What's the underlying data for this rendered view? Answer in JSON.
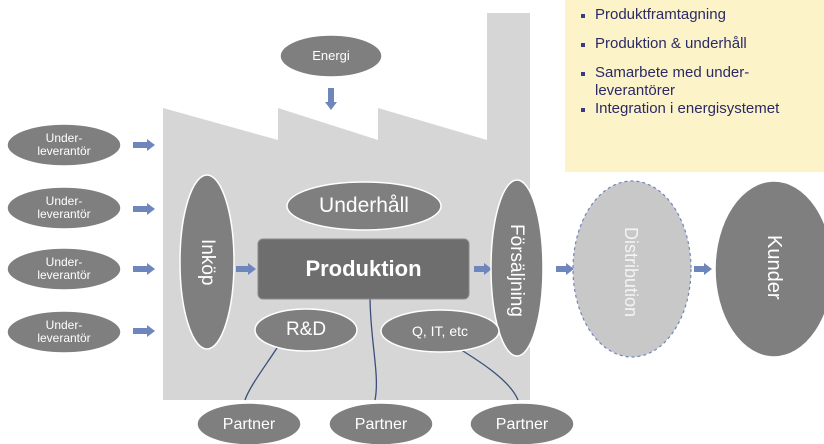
{
  "energy": "Energi",
  "suppliers": [
    "Under-",
    "leverantör"
  ],
  "purchasing": "Inköp",
  "maintenance": "Underhåll",
  "production": "Produktion",
  "sales": "Försäljning",
  "rnd": "R&D",
  "qit": "Q, IT, etc",
  "partner": "Partner",
  "distribution": "Distribution",
  "customers": "Kunder",
  "bullets": [
    "Produktframtagning",
    "Produktion & underhåll",
    "Samarbete med under-",
    "leverantörer",
    "Integration i energisystemet"
  ],
  "colors": {
    "factory": "#d6d6d6",
    "ellipse": "#7f7f7f",
    "ellipse_border": "#ffffff",
    "production_box": "#6e6e6e",
    "arrow": "#6f86bd",
    "distribution": "#c8c8c8",
    "bullet_bg": "#fdf3c9",
    "bullet_text": "#2a2a66"
  }
}
